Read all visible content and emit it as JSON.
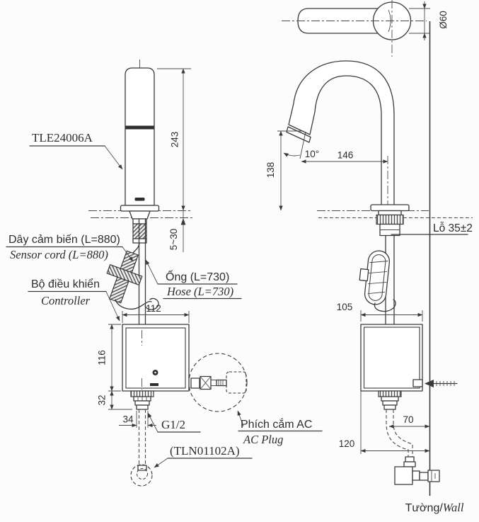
{
  "front_view": {
    "product_code": "TLE24006A",
    "sensor_cord_vi": "Dây cảm biến (L=880)",
    "sensor_cord_en": "Sensor cord (L=880)",
    "hose_vi": "Ống (L=730)",
    "hose_en": "Hose (L=730)",
    "controller_vi": "Bộ điều khiển",
    "controller_en": "Controller",
    "ac_plug_vi": "Phích cắm AC",
    "ac_plug_en": "AC Plug",
    "thread_size": "G1/2",
    "stop_valve_code": "(TLN01102A)",
    "dim_spout_height": "243",
    "dim_deck_thickness": "5~30",
    "dim_controller_width": "112",
    "dim_controller_height": "116",
    "dim_fitting_height": "32",
    "dim_fitting_width": "34"
  },
  "side_view": {
    "dim_body_diameter": "Ø60",
    "dim_spout_reach": "146",
    "dim_outlet_height": "138",
    "dim_outlet_angle": "10°",
    "hole_note": "Lỗ 35±2",
    "dim_controller_depth": "105",
    "dim_supply_offset": "70",
    "dim_wall_clearance": "120",
    "wall_vi": "Tường/",
    "wall_en": "Wall"
  }
}
